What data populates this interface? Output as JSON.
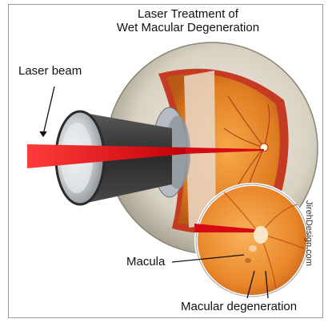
{
  "title": {
    "line1": "Laser Treatment of",
    "line2": "Wet Macular Degeneration"
  },
  "labels": {
    "laser_beam": "Laser beam",
    "macula": "Macula",
    "macular_degeneration": "Macular degeneration"
  },
  "credit": "JirehDesign.com",
  "colors": {
    "laser": "#e0101a",
    "retina": "#e8892a",
    "sclera": "#d9d4c6",
    "lens_frame": "#3a3a3a",
    "glass": "#cfd3d6"
  }
}
